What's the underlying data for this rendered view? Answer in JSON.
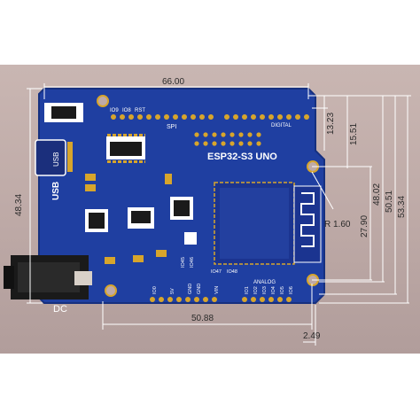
{
  "board": {
    "name": "ESP32-S3 UNO",
    "usb_label": "USB",
    "dc_label": "DC",
    "spi_label": "SPI",
    "digital_label": "DIGITAL",
    "analog_label": "ANALOG",
    "pin_labels_top": [
      "IO9",
      "IO8",
      "RST"
    ],
    "pin_labels_mid": [
      "IO45",
      "IO46",
      "IO47",
      "IO48"
    ],
    "pin_labels_bottom": [
      "IO0",
      "5V",
      "GND",
      "GND",
      "VIN"
    ],
    "pin_labels_analog": [
      "IO1",
      "IO2",
      "IO3",
      "IO4",
      "IO5",
      "IO6"
    ]
  },
  "dimensions": {
    "width_top": "66.00",
    "height_left": "48.34",
    "bottom_width": "50.88",
    "bottom_offset": "2.49",
    "right_1": "13.23",
    "right_2": "15.51",
    "right_3": "27.90",
    "right_4": "48.02",
    "right_5": "50.51",
    "right_6": "53.34",
    "radius": "R 1.60"
  },
  "colors": {
    "pcb": "#1f3fa1",
    "pcb_edge": "#16307f",
    "gold": "#d7a52c",
    "silk": "#ffffff",
    "background": "#bfaaa7",
    "dim_line": "#ffffff"
  }
}
